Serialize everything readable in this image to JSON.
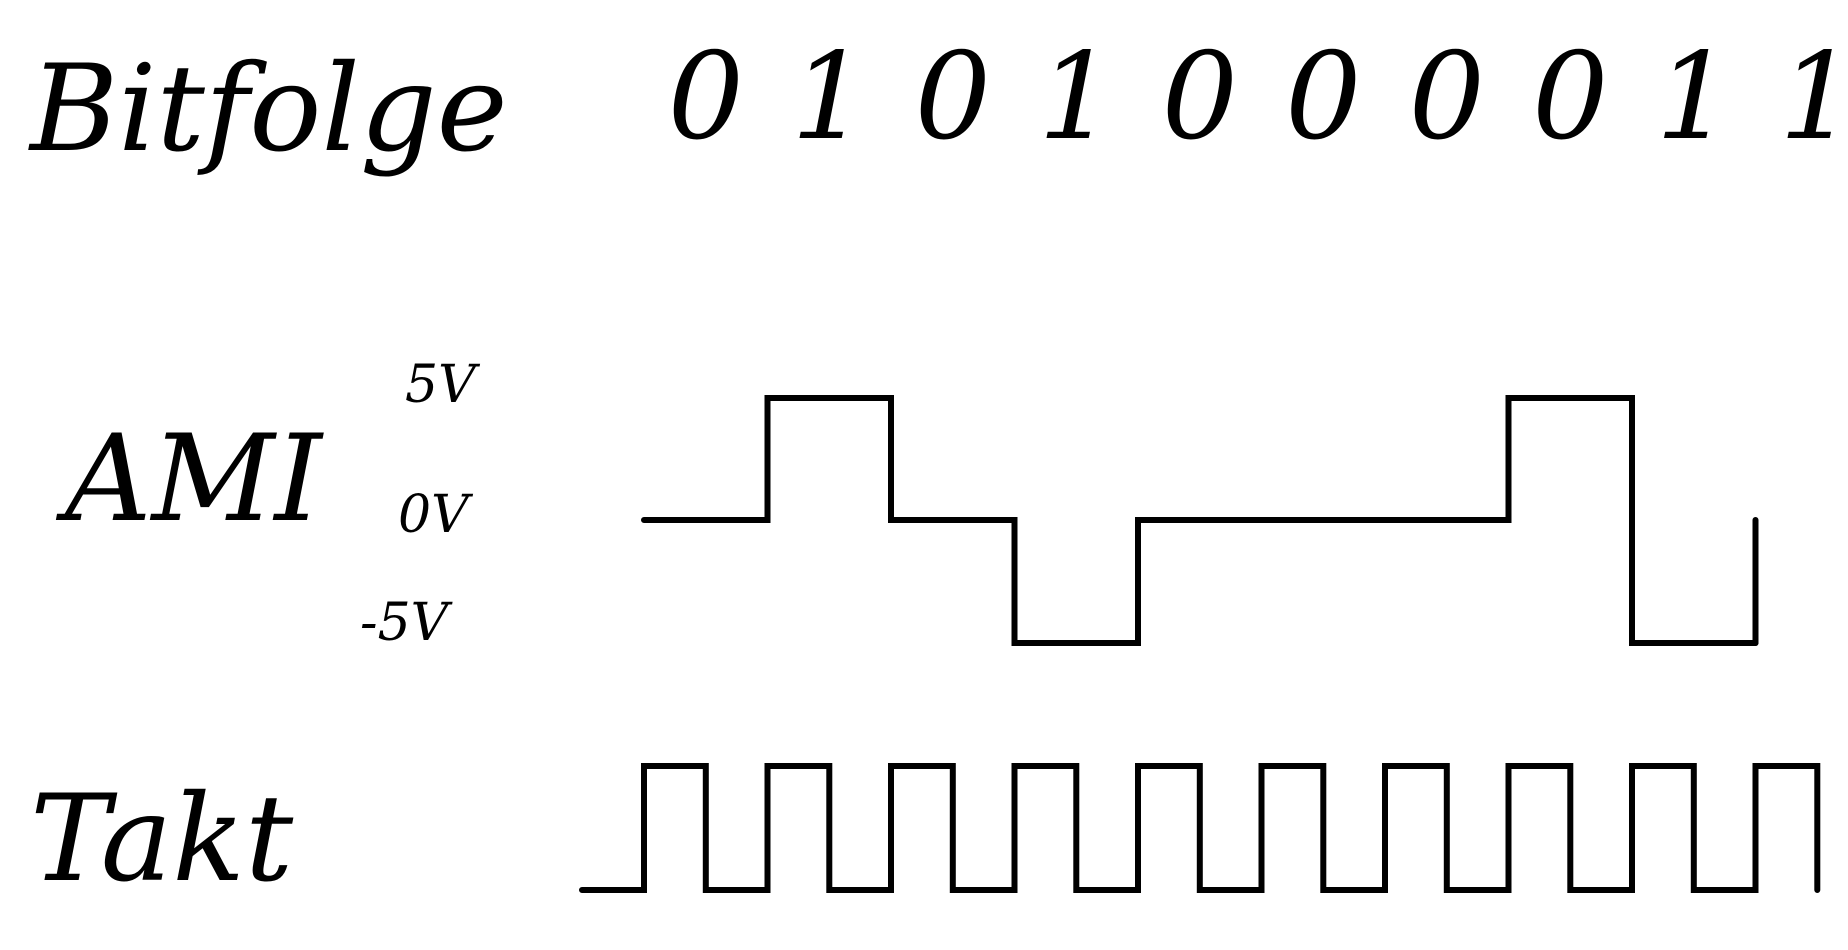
{
  "colors": {
    "background": "#ffffff",
    "ink": "#000000"
  },
  "labels": {
    "bits_row": "Bitfolge",
    "ami_row": "AMI",
    "clock_row": "Takt"
  },
  "voltage_levels": [
    "5V",
    "0V",
    "-5V"
  ],
  "bit_sequence": [
    "0",
    "1",
    "0",
    "1",
    "0",
    "0",
    "0",
    "0",
    "1",
    "1"
  ],
  "ami_levels": [
    0,
    1,
    0,
    -1,
    0,
    0,
    0,
    1,
    -1
  ],
  "clock_cycles": 10
}
